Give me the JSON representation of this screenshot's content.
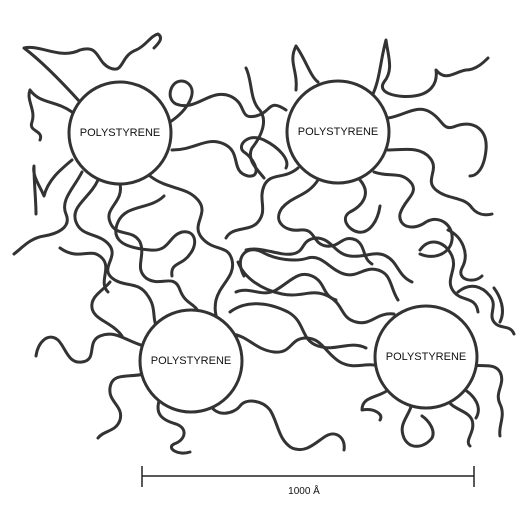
{
  "domains": [
    {
      "label": "POLYSTYRENE"
    },
    {
      "label": "POLYSTYRENE"
    },
    {
      "label": "POLYSTYRENE"
    },
    {
      "label": "POLYSTYRENE"
    }
  ],
  "scale_bar": {
    "label": "1000 Å"
  }
}
